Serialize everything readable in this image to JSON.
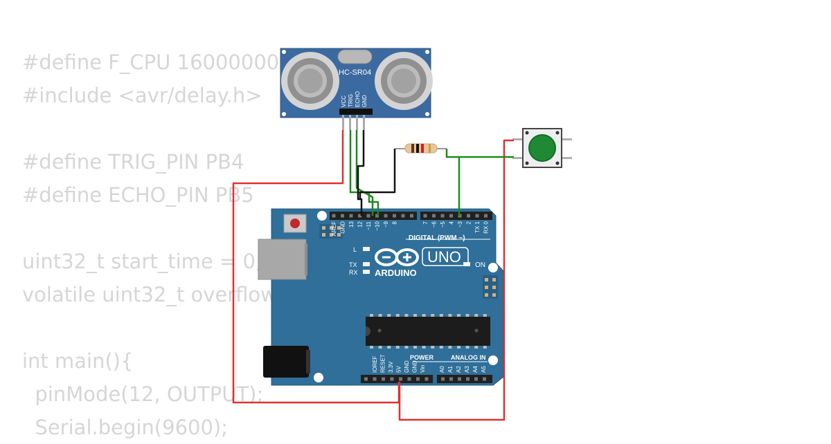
{
  "code": {
    "lines": [
      "#define F_CPU 16000000",
      "#include <avr/delay.h>",
      "",
      "#define TRIG_PIN PB4",
      "#define ECHO_PIN PB5",
      "",
      "uint32_t start_time = 0;",
      "volatile uint32_t overflow",
      "",
      "int main(){",
      "  pinMode(12, OUTPUT);",
      "  Serial.begin(9600);"
    ]
  },
  "sensor": {
    "model": "HC-SR04",
    "pins": [
      "VCC",
      "TRIG",
      "ECHO",
      "GND"
    ]
  },
  "arduino": {
    "brand": "ARDUINO",
    "model": "UNO",
    "on_label": "ON",
    "led_labels": [
      "L",
      "TX",
      "RX"
    ],
    "digital_header": "DIGITAL (PWM ~)",
    "digital_pins": [
      "AREF",
      "GND",
      "13",
      "12",
      "~11",
      "~10",
      "~9",
      "8",
      "7",
      "~6",
      "~5",
      "4",
      "~3",
      "2",
      "TX 1",
      "RX 0"
    ],
    "power_header": "POWER",
    "analog_header": "ANALOG IN",
    "power_pins": [
      "IOREF",
      "RESET",
      "3.3V",
      "5V",
      "GND",
      "GND",
      "Vin"
    ],
    "analog_pins": [
      "A0",
      "A1",
      "A2",
      "A3",
      "A4",
      "A5"
    ]
  },
  "colors": {
    "board": "#2f6f99",
    "wire_red": "#e03030",
    "wire_green": "#1c8a1c",
    "wire_black": "#111111",
    "button_cap": "#1e8a34",
    "code_text": "#d6d6d6"
  },
  "icons": [
    "arduino-infinity-logo",
    "push-button",
    "resistor",
    "ultrasonic-sensor"
  ]
}
